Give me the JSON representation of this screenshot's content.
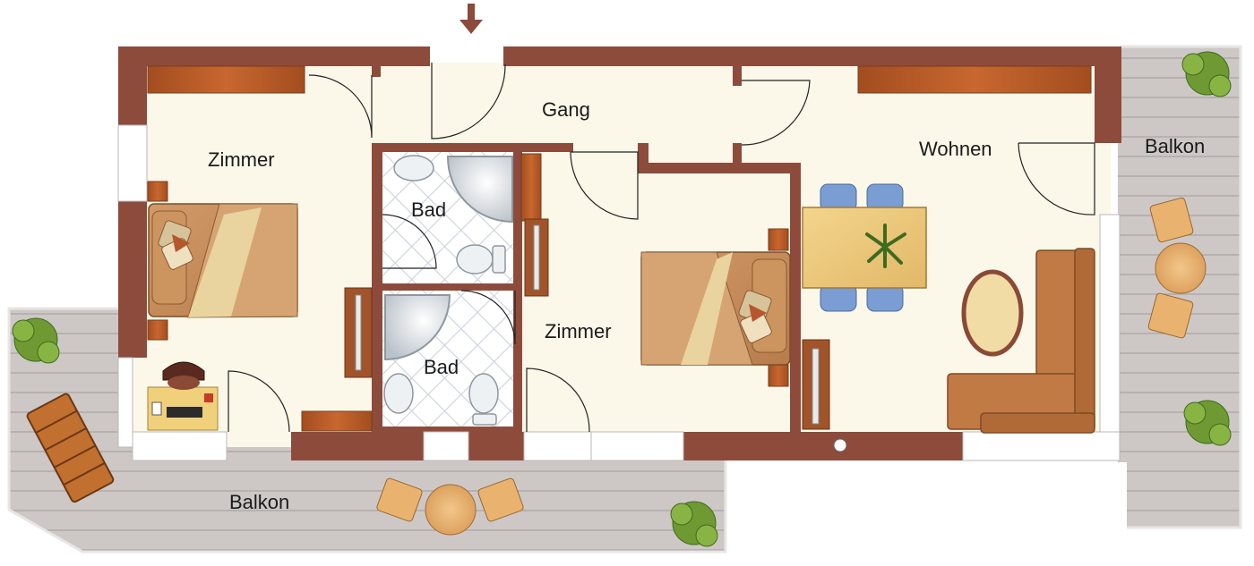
{
  "rooms": {
    "gang": "Gang",
    "zimmer_left": "Zimmer",
    "zimmer_center": "Zimmer",
    "bad_top": "Bad",
    "bad_bottom": "Bad",
    "wohnen": "Wohnen",
    "balkon_right": "Balkon",
    "balkon_bottom": "Balkon"
  },
  "colors": {
    "wall": "#8b4a3b",
    "floor": "#fbf8e9",
    "deck": "#c9c4c2",
    "deck_line": "#b3adab",
    "wood_shelf": "#b45a28",
    "bed": "#c48a58",
    "plant": "#6a8f2b",
    "tile_line": "#cfd5de"
  },
  "icons": [
    "entrance-arrow-icon",
    "plant-icon",
    "bed-icon",
    "table-icon",
    "sofa-icon",
    "bathtub-icon",
    "toilet-icon",
    "sink-icon",
    "radiator-icon",
    "deck-chair-icon",
    "bistro-table-icon"
  ]
}
